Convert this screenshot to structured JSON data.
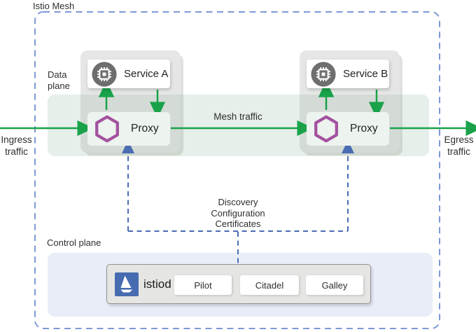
{
  "diagram": {
    "title": "Istio Mesh",
    "labels": {
      "data_plane_line1": "Data",
      "data_plane_line2": "plane",
      "control_plane": "Control plane",
      "mesh_traffic": "Mesh traffic",
      "ingress_line1": "Ingress",
      "ingress_line2": "traffic",
      "egress_line1": "Egress",
      "egress_line2": "traffic",
      "discovery_line1": "Discovery",
      "discovery_line2": "Configuration",
      "discovery_line3": "Certificates"
    },
    "pods": [
      {
        "service_label": "Service A",
        "proxy_label": "Proxy",
        "service_icon": "chip-icon",
        "proxy_icon": "hexagon-icon"
      },
      {
        "service_label": "Service B",
        "proxy_label": "Proxy",
        "service_icon": "chip-icon",
        "proxy_icon": "hexagon-icon"
      }
    ],
    "control_plane": {
      "istiod_label": "istiod",
      "istiod_icon": "sailboat-icon",
      "components": [
        "Pilot",
        "Citadel",
        "Galley"
      ]
    },
    "colors": {
      "traffic_arrow_green": "#19a24a",
      "proxy_hexagon_purple": "#a4519f",
      "control_arrow_blue": "#4a6cb3",
      "mesh_border_blue": "#7d99d6",
      "istio_logo_blue": "#466bb0",
      "service_icon_gray": "#6e6e6e",
      "data_plane_band_green": "#e6efe9",
      "control_plane_band_lavender": "#e9edf8"
    }
  }
}
